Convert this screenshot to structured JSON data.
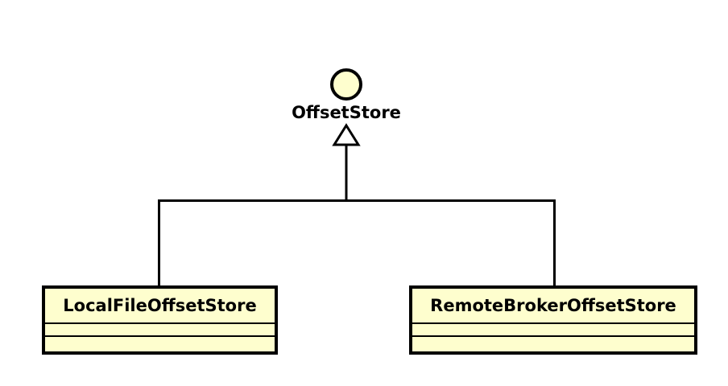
{
  "diagram": {
    "kind": "uml-class-diagram",
    "background_color": "#FFFFFF",
    "node_fill_color": "#FEFECE",
    "line_color": "#000000",
    "interface": {
      "name": "OffsetStore",
      "stereotype_icon": "interface-circle-icon"
    },
    "relationship": {
      "type": "generalization",
      "arrow_icon": "hollow-triangle-arrow-icon"
    },
    "classes": [
      {
        "name": "LocalFileOffsetStore",
        "attributes": [],
        "methods": []
      },
      {
        "name": "RemoteBrokerOffsetStore",
        "attributes": [],
        "methods": []
      }
    ]
  }
}
